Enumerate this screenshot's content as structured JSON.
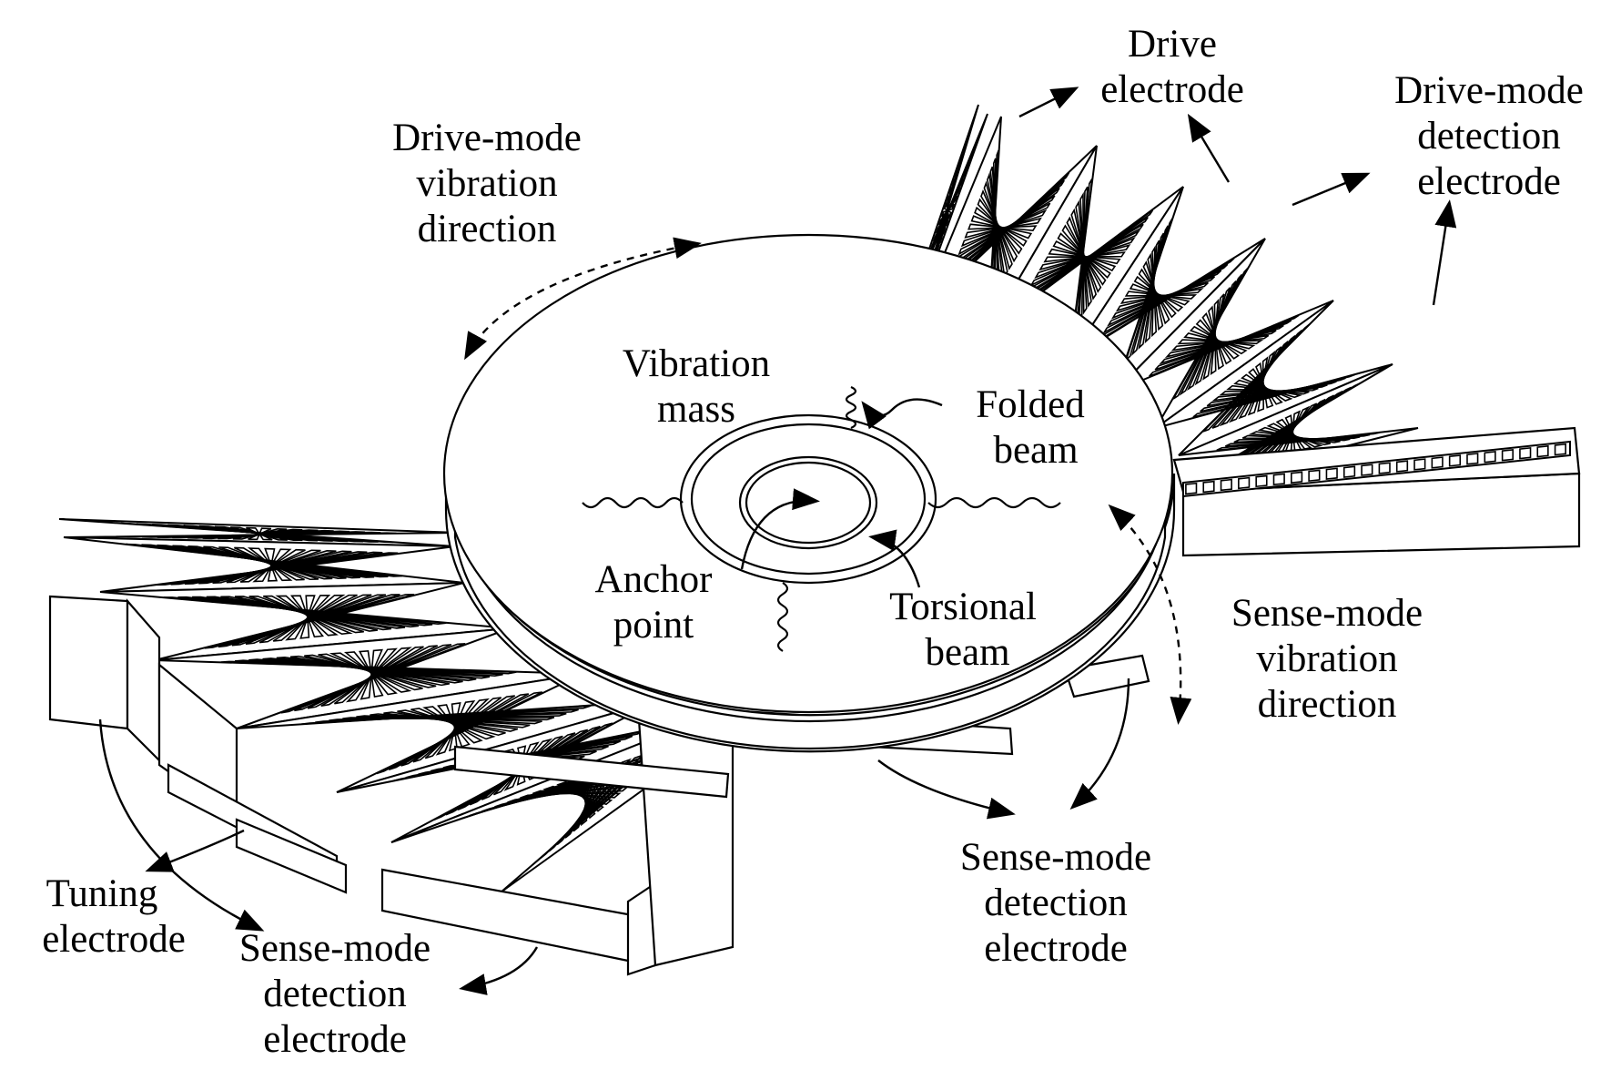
{
  "labels": {
    "drive_mode_vibration_direction": [
      "Drive-mode",
      "vibration",
      "direction"
    ],
    "drive_electrode": [
      "Drive",
      "electrode"
    ],
    "drive_mode_detection_electrode": [
      "Drive-mode",
      "detection",
      "electrode"
    ],
    "vibration_mass": [
      "Vibration",
      "mass"
    ],
    "folded_beam": [
      "Folded",
      "beam"
    ],
    "anchor_point": [
      "Anchor",
      "point"
    ],
    "torsional_beam": [
      "Torsional",
      "beam"
    ],
    "sense_mode_vibration_direction": [
      "Sense-mode",
      "vibration",
      "direction"
    ],
    "sense_mode_detection_electrode_right": [
      "Sense-mode",
      "detection",
      "electrode"
    ],
    "tuning_electrode": [
      "Tuning",
      "electrode"
    ],
    "sense_mode_detection_electrode_left": [
      "Sense-mode",
      "detection",
      "electrode"
    ]
  }
}
